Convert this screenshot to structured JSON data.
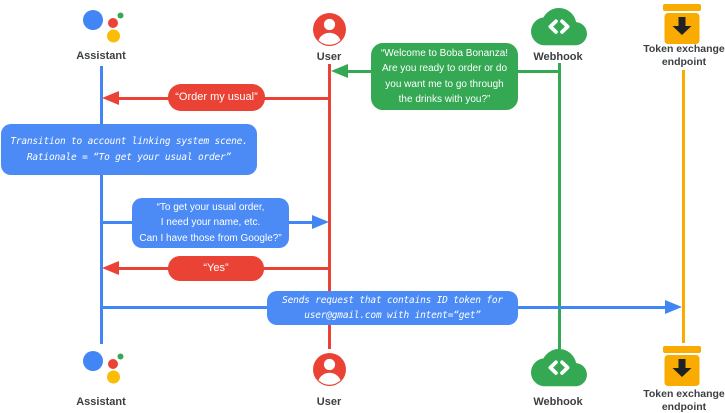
{
  "palette": {
    "blue": "#4285F4",
    "blue-box": "#4C8BF5",
    "red": "#EA4335",
    "green": "#34A853",
    "yellow": "#F9AB00",
    "ink": "#3C4043",
    "token-arrow-dark": "#202124"
  },
  "actors": {
    "assistant": {
      "label": "Assistant"
    },
    "user": {
      "label": "User"
    },
    "webhook": {
      "label": "Webhook"
    },
    "token_endpoint": {
      "label_lines": [
        "Token exchange",
        "endpoint"
      ]
    }
  },
  "messages": {
    "welcome": {
      "from": "Webhook",
      "to": "User",
      "style": "spoken",
      "lines": [
        "“Welcome to Boba Bonanza!",
        "Are you ready to order or do",
        "you want me to go through",
        "the drinks with you?”"
      ]
    },
    "order_my_usual": {
      "from": "User",
      "to": "Assistant",
      "style": "spoken",
      "text": "“Order my usual”"
    },
    "transition_note": {
      "from": "Assistant",
      "to": "Assistant",
      "style": "system",
      "lines": [
        "Transition to account linking system scene.",
        "Rationale = “To get your usual order”"
      ]
    },
    "need_your_name": {
      "from": "Assistant",
      "to": "User",
      "style": "spoken",
      "lines": [
        "“To get your usual order,",
        "I need your name, etc.",
        "Can I have those from Google?”"
      ]
    },
    "yes": {
      "from": "User",
      "to": "Assistant",
      "style": "spoken",
      "text": "“Yes”"
    },
    "token_request": {
      "from": "Assistant",
      "to": "Token exchange endpoint",
      "style": "system",
      "lines": [
        "Sends request that contains ID token for",
        "user@gmail.com with intent=“get”"
      ]
    }
  }
}
